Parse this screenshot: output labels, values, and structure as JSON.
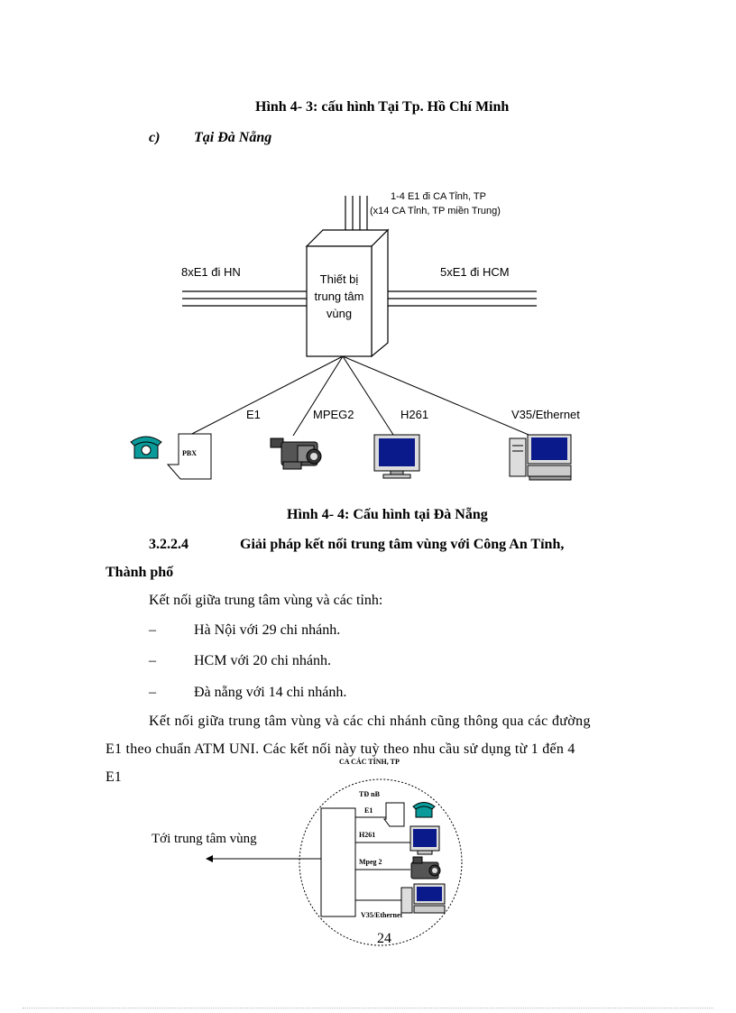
{
  "captions": {
    "fig43": "Hình 4- 3: cấu hình  Tại Tp. Hồ Chí Minh",
    "fig44": "Hình 4- 4: Cấu hình tại Đà Nẵng"
  },
  "subheading": {
    "label": "c)",
    "title": "Tại Đà Nẵng"
  },
  "diagram1": {
    "top_label_1": "1-4 E1 đi CA Tỉnh, TP",
    "top_label_2": "(x14 CA Tỉnh, TP miền Trung)",
    "left_label": "8xE1 đi HN",
    "right_label": "5xE1 đi HCM",
    "box_line1": "Thiết bị",
    "box_line2": "trung tâm",
    "box_line3": "vùng",
    "branch_e1": "E1",
    "branch_mpeg2": "MPEG2",
    "branch_h261": "H261",
    "branch_v35": "V35/Ethernet",
    "pbx": "PBX",
    "icons": [
      "telephone-icon",
      "camcorder-icon",
      "monitor-icon",
      "computer-icon"
    ]
  },
  "section": {
    "number": "3.2.2.4",
    "title_line1": "Giải pháp kết nối trung tâm vùng với Công An Tỉnh,",
    "title_line2": "Thành phố"
  },
  "paragraph1": "Kết nối giữa trung tâm vùng và các tỉnh:",
  "bullets": [
    {
      "dash": "–",
      "text": "Hà Nội với 29 chi nhánh."
    },
    {
      "dash": "–",
      "text": "HCM với 20 chi nhánh."
    },
    {
      "dash": "–",
      "text": "Đà nẵng với 14 chi nhánh."
    }
  ],
  "paragraph2": {
    "line1": "Kết nối giữa trung tâm vùng và các chi nhánh cũng thông qua các đường",
    "line2": "E1 theo chuẩn ATM UNI. Các kết nối này tuỳ theo nhu cầu sử dụng từ 1 đến 4",
    "line3": "E1"
  },
  "diagram2": {
    "top_label": "CA CÁC TỈNH, TP",
    "left_label": "Tới trung tâm vùng",
    "pbx": "TĐ nB",
    "e1": "E1",
    "h261": "H261",
    "mpeg2": "Mpeg 2",
    "v35": "V35/Ethernet"
  },
  "page_number": "24"
}
